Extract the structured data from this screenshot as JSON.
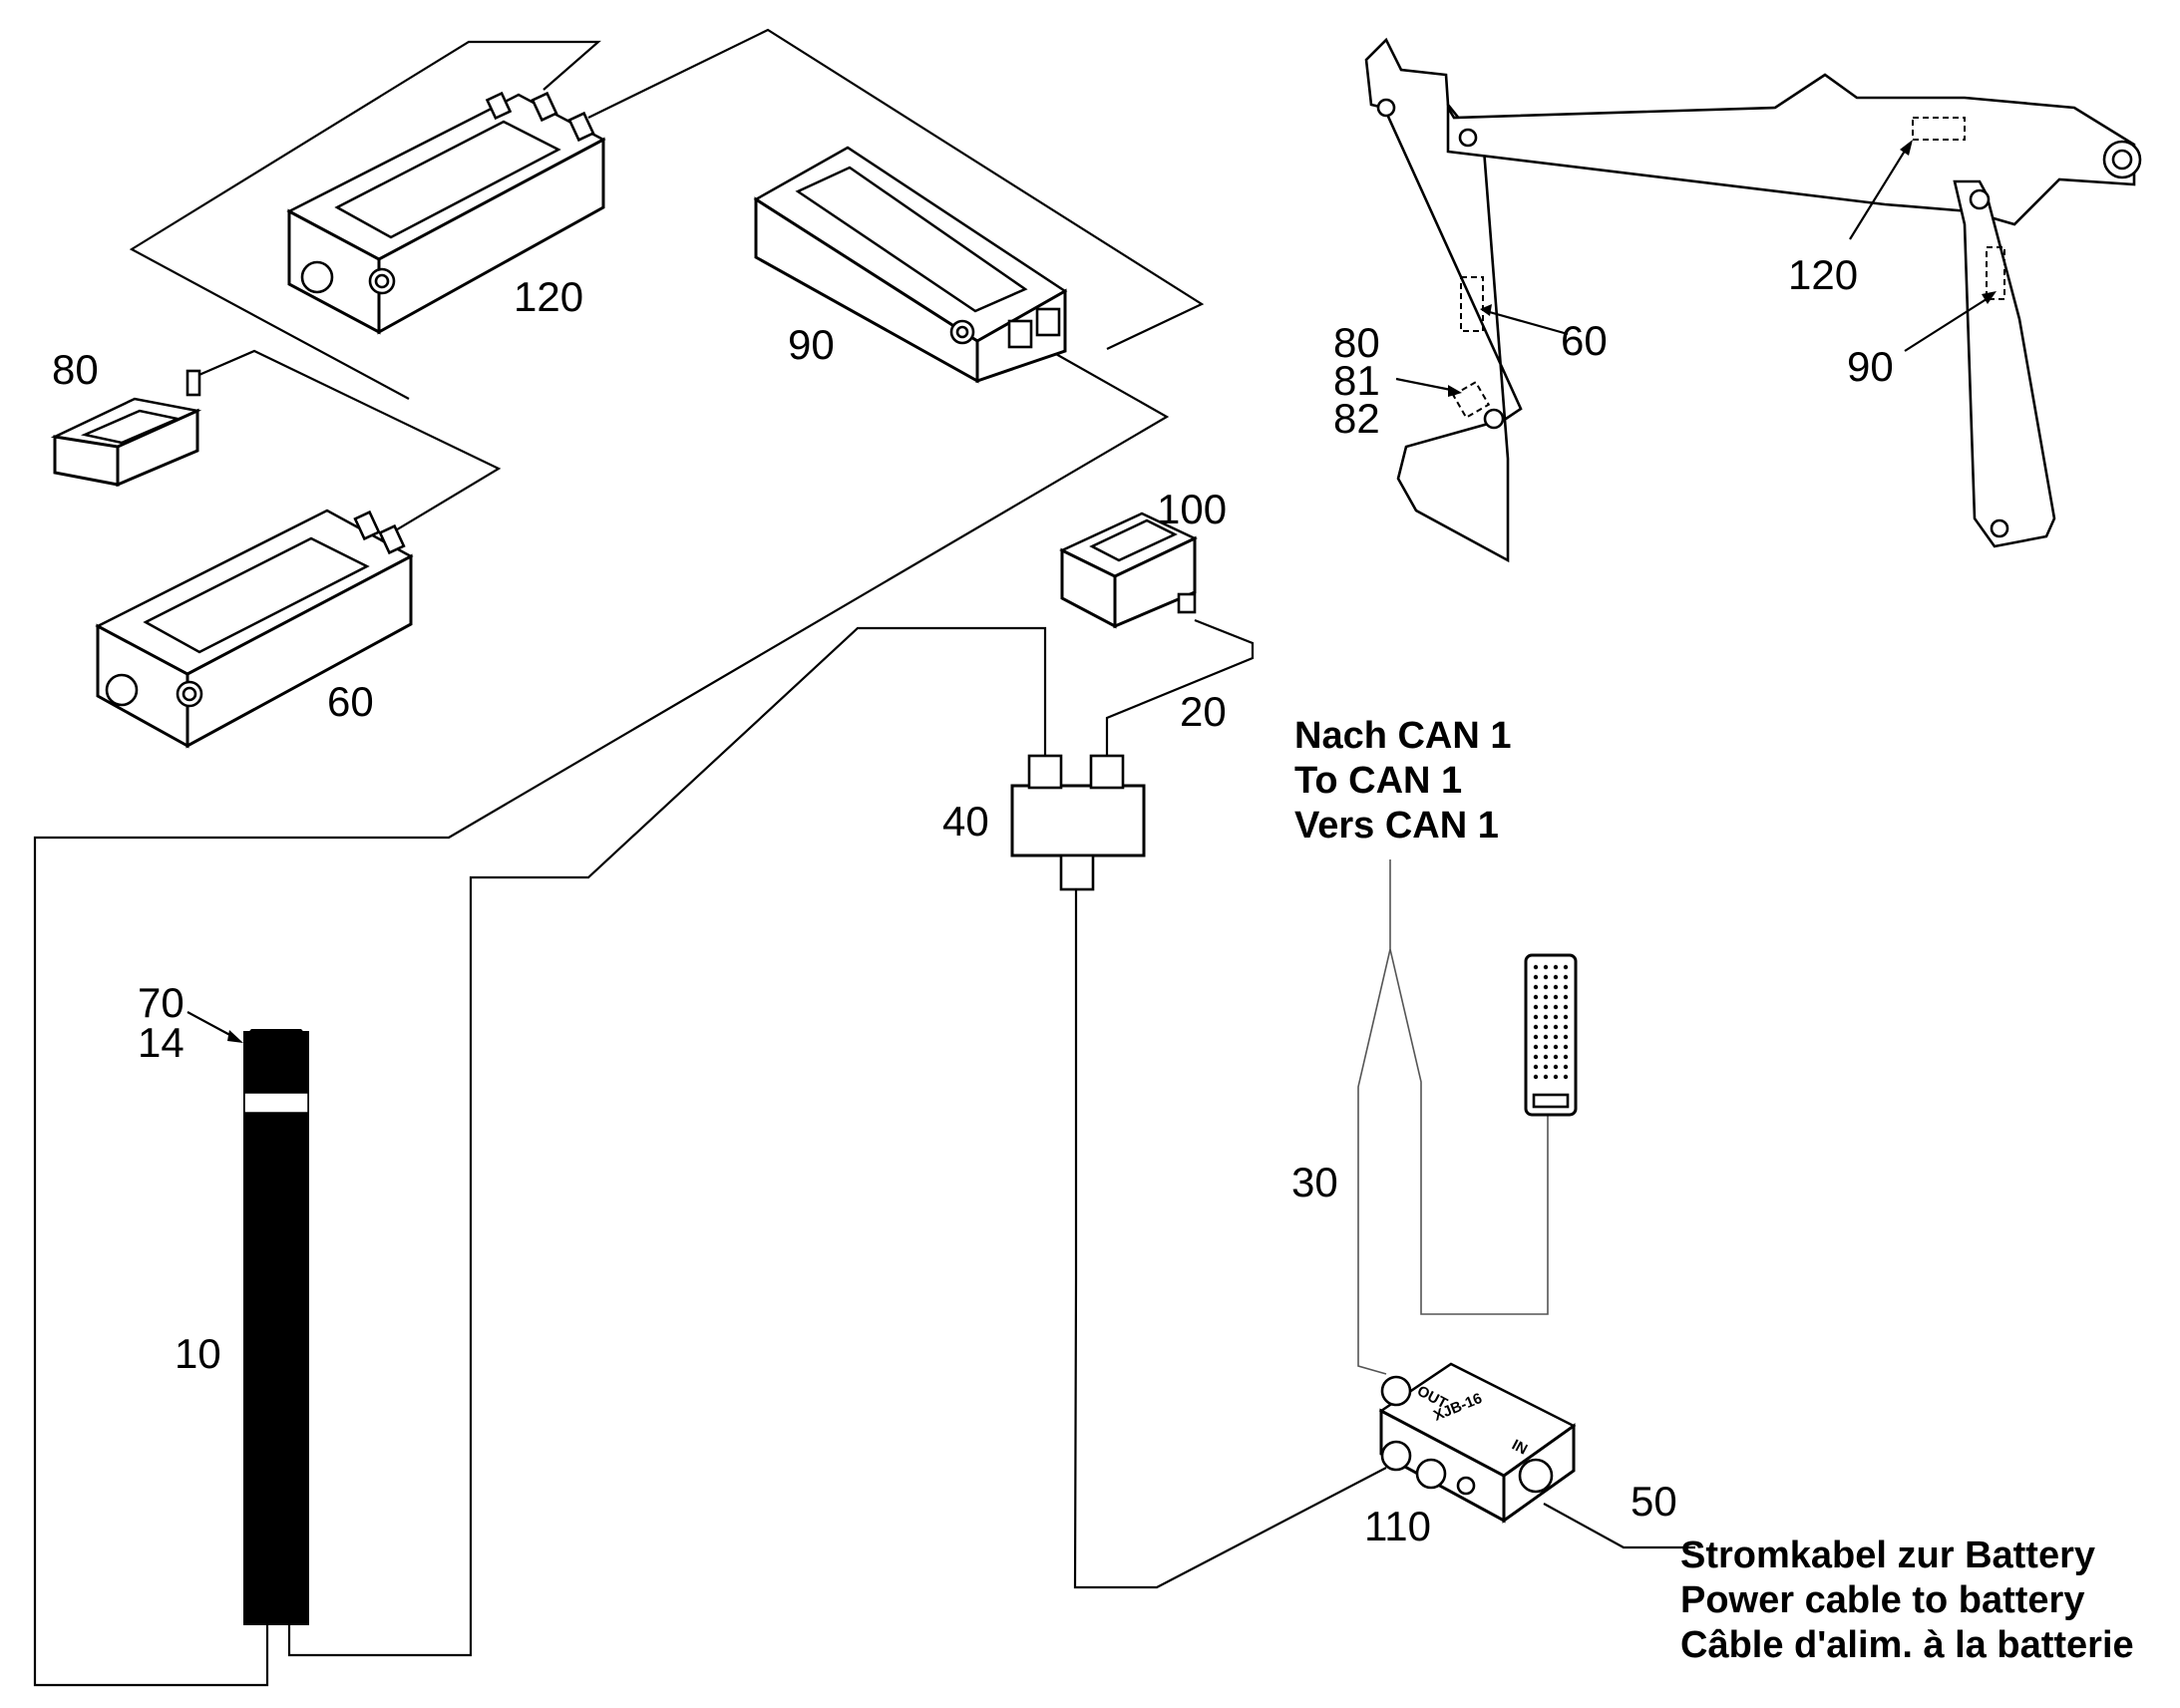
{
  "labels": {
    "n10": "10",
    "n14": "14",
    "n20": "20",
    "n30": "30",
    "n40": "40",
    "n50": "50",
    "n60_device": "60",
    "n60_boom": "60",
    "n70": "70",
    "n80_device": "80",
    "n80_boom": "80",
    "n81": "81",
    "n82": "82",
    "n90_device": "90",
    "n90_boom": "90",
    "n100": "100",
    "n110": "110",
    "n120_device": "120",
    "n120_boom": "120"
  },
  "can_note": {
    "line1": "Nach CAN 1",
    "line2": "To CAN 1",
    "line3": "Vers CAN 1"
  },
  "power_note": {
    "line1": "Stromkabel zur Battery",
    "line2": "Power cable to battery",
    "line3": "Câble d'alim. à la batterie"
  },
  "junction_box": {
    "out": "OUT",
    "model": "XJB-16",
    "in": "IN"
  }
}
